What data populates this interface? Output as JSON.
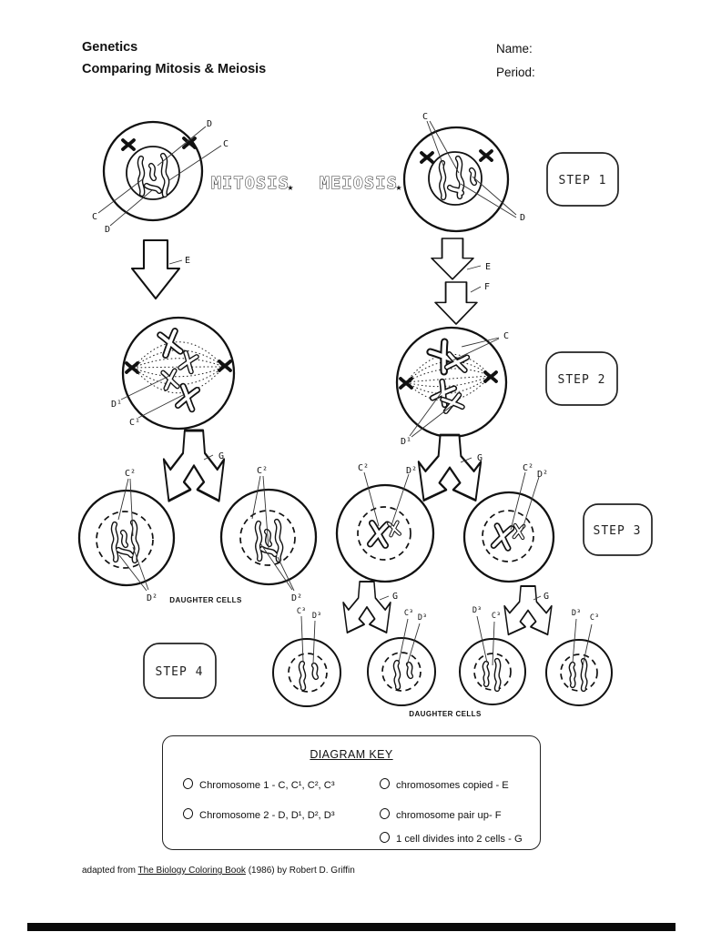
{
  "header": {
    "title": "Genetics",
    "subtitle": "Comparing Mitosis & Meiosis",
    "name_label": "Name:",
    "period_label": "Period:"
  },
  "diagram": {
    "mitosis_title": "MITOSIS",
    "meiosis_title": "MEIOSIS",
    "star": "★",
    "steps": {
      "s1": "STEP 1",
      "s2": "STEP 2",
      "s3": "STEP 3",
      "s4": "STEP 4"
    },
    "labels": {
      "c": "C",
      "d": "D",
      "c1": "C¹",
      "d1": "D¹",
      "c2": "C²",
      "d2": "D²",
      "c3": "C³",
      "d3": "D³",
      "e": "E",
      "f": "F",
      "g": "G"
    },
    "daughter_cells": "DAUGHTER CELLS"
  },
  "key": {
    "title": "DIAGRAM KEY",
    "items": [
      "Chromosome 1 - C, C¹, C², C³",
      "Chromosome 2 - D, D¹, D², D³",
      "chromosomes copied - E",
      "chromosome pair up- F",
      "1 cell divides into 2 cells - G"
    ]
  },
  "citation": {
    "prefix": "adapted from ",
    "book": "The Biology Coloring Book",
    "suffix": " (1986) by Robert D. Griffin"
  },
  "colors": {
    "ink": "#111111",
    "paper": "#ffffff"
  }
}
